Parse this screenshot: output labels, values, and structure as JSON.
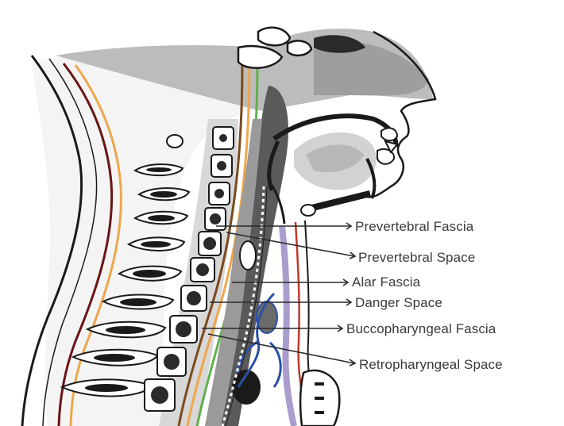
{
  "labels": [
    "Prevertebral Fascia",
    "Prevertebral Space",
    "Alar Fascia",
    "Danger Space",
    "Buccopharyngeal Fascia",
    "Retropharyngeal Space"
  ],
  "colors": {
    "prevertebral_fascia": "#7a4a1c",
    "alar_fascia": "#f0a64a",
    "danger_space": "#5fb04a",
    "buccopharyngeal_fascia": "#c0392b",
    "retropharyngeal_space": "#9a8cc4",
    "lymphatic": "#2a4fa8",
    "bone": "#1a1a1a",
    "soft_tissue": "#8a8a8a"
  }
}
